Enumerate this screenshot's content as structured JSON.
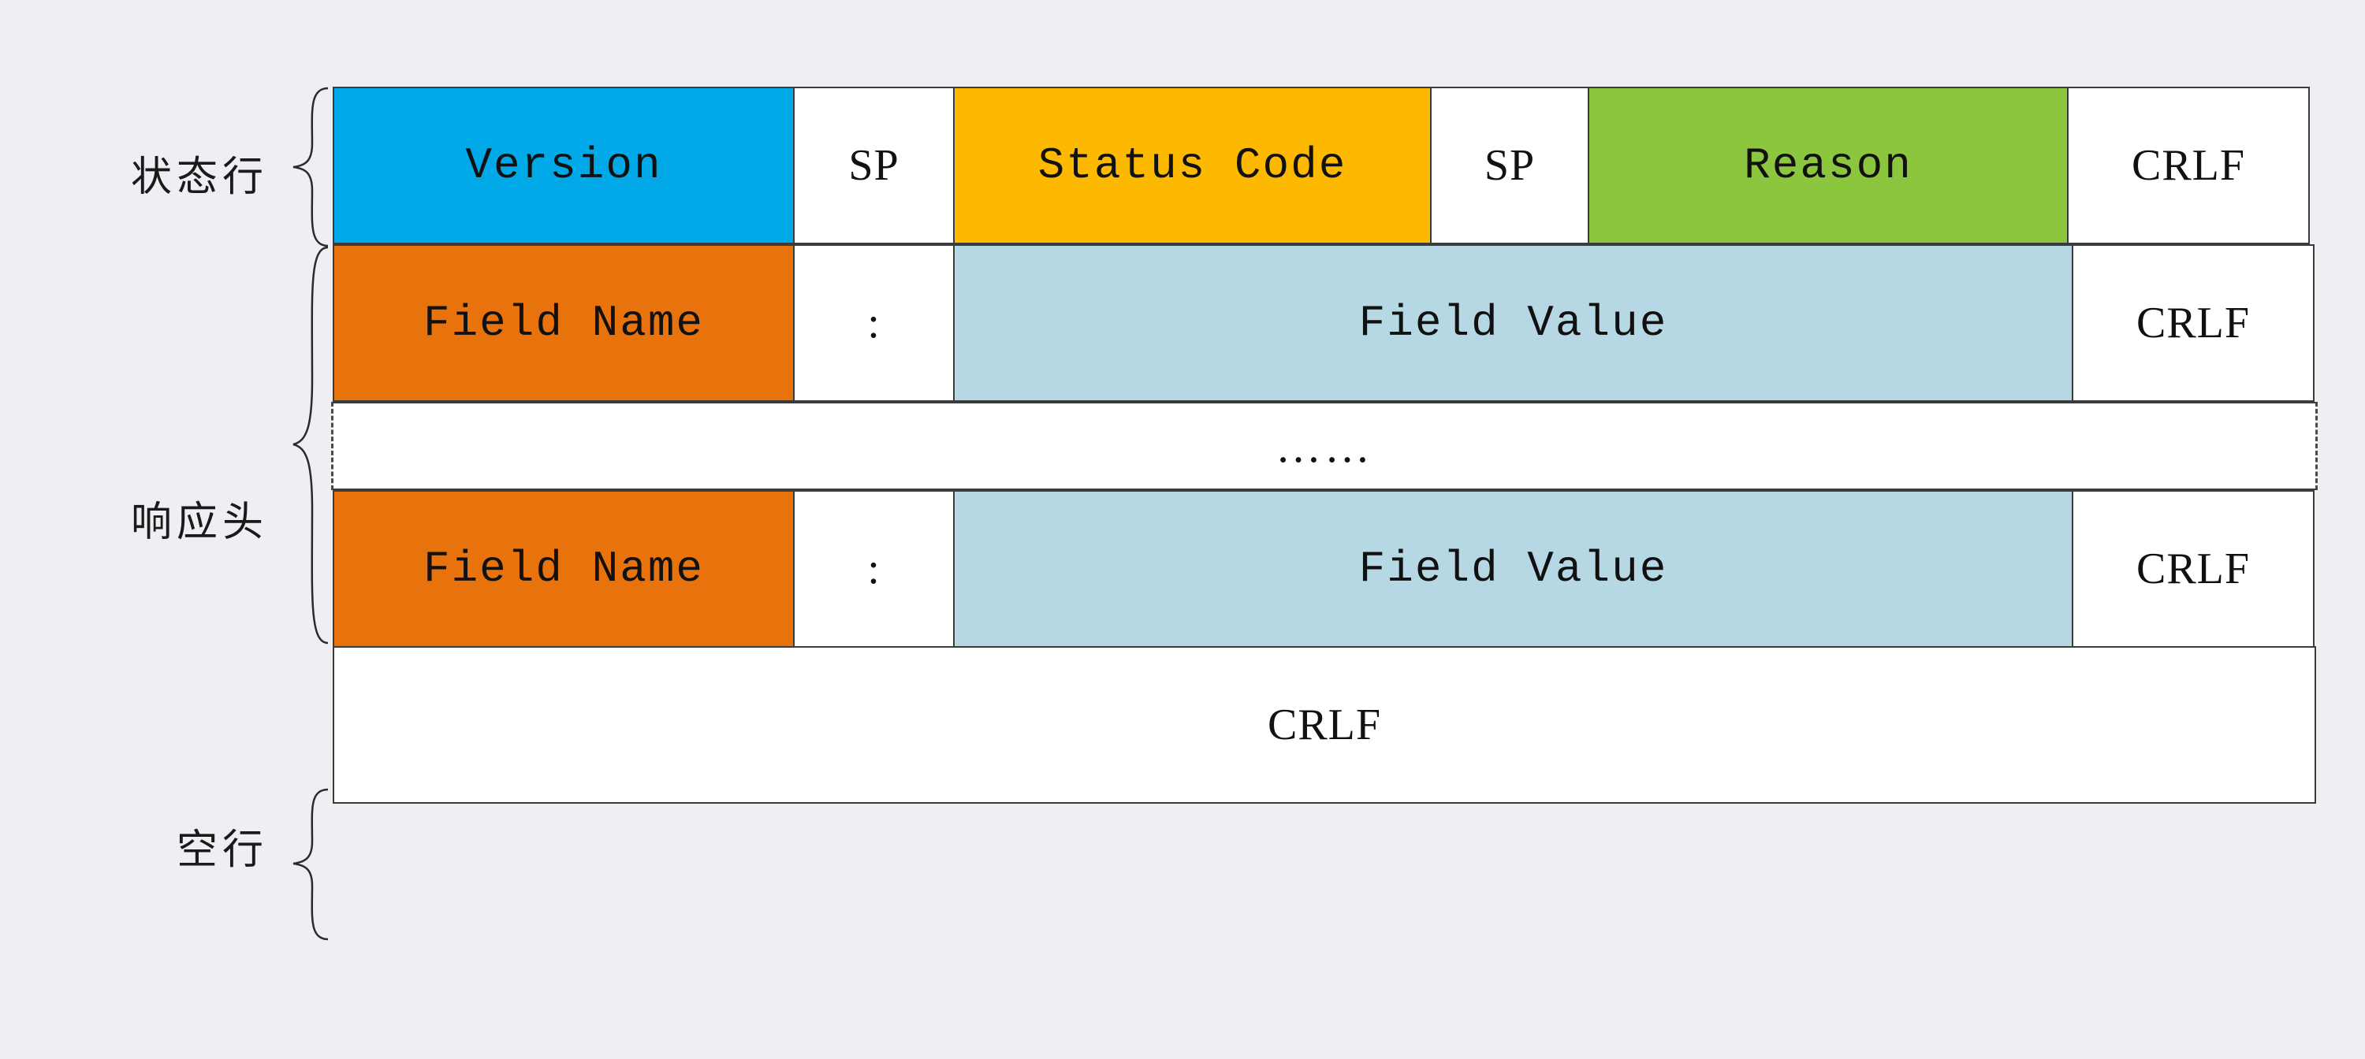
{
  "background_color": "#f0eef2",
  "palette": {
    "version": "#00a8e8",
    "status_code": "#fcb900",
    "reason": "#8cc63e",
    "field_name": "#e8730c",
    "field_value": "#b6d8e4",
    "white": "#ffffff",
    "border": "#3b3b3b",
    "text": "#111111"
  },
  "groups": [
    {
      "id": "status-line",
      "label": "状态行"
    },
    {
      "id": "response-headers",
      "label": "响应头"
    },
    {
      "id": "empty-line",
      "label": "空行"
    }
  ],
  "status_line": {
    "cells": [
      {
        "text": "Version",
        "fill": "version"
      },
      {
        "text": "SP",
        "fill": "white"
      },
      {
        "text": "Status Code",
        "fill": "status_code"
      },
      {
        "text": "SP",
        "fill": "white"
      },
      {
        "text": "Reason",
        "fill": "reason"
      },
      {
        "text": "CRLF",
        "fill": "white"
      }
    ]
  },
  "header_row_top": {
    "cells": [
      {
        "text": "Field Name",
        "fill": "field_name"
      },
      {
        "text": ":",
        "fill": "white"
      },
      {
        "text": "Field Value",
        "fill": "field_value"
      },
      {
        "text": "CRLF",
        "fill": "white"
      }
    ]
  },
  "header_ellipsis": {
    "text": "……"
  },
  "header_row_bottom": {
    "cells": [
      {
        "text": "Field Name",
        "fill": "field_name"
      },
      {
        "text": ":",
        "fill": "white"
      },
      {
        "text": "Field Value",
        "fill": "field_value"
      },
      {
        "text": "CRLF",
        "fill": "white"
      }
    ]
  },
  "blank_line_row": {
    "text": "CRLF"
  }
}
